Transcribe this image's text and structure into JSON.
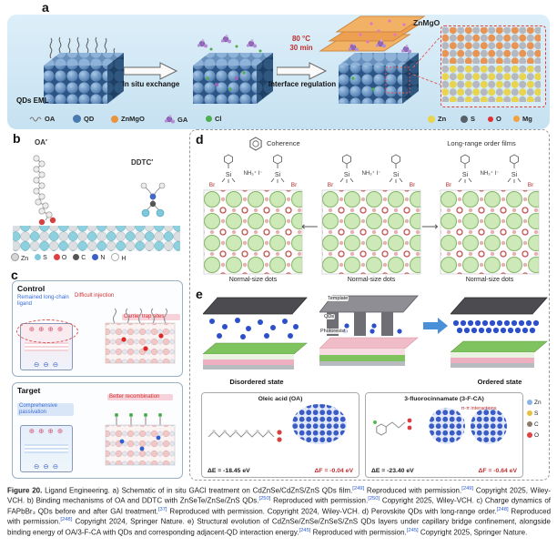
{
  "panel_a": {
    "label": "a",
    "film_label": "QDs EML",
    "arrow1_label": "In situ exchange",
    "temperature": "80 °C",
    "time": "30 min",
    "arrow2_label": "Interface regulation",
    "znmgo_label": "ZnMgO",
    "legend": {
      "oa": "OA",
      "qd": "QD",
      "znmgo": "ZnMgO",
      "ga": "GA",
      "cl": "Cl",
      "zn": "Zn",
      "s": "S",
      "o": "O",
      "mg": "Mg"
    }
  },
  "panel_b": {
    "label": "b",
    "oa_label": "OA′",
    "ddtc_label": "DDTC′",
    "legend": {
      "zn": "Zn",
      "s": "S",
      "o": "O",
      "c": "C",
      "n": "N",
      "h": "H"
    }
  },
  "panel_c": {
    "label": "c",
    "control_title": "Control",
    "target_title": "Target",
    "remained_ligand": "Remained long-chain ligand",
    "difficult_injection": "Difficult injection",
    "carrier_trap_sites": "Carrier trap sites",
    "comprehensive_passivation": "Comprehensive passivation",
    "better_recombination": "Better recombination",
    "plus_charges": "⊕ ⊕ ⊕ ⊕",
    "minus_charges": "⊖ ⊖ ⊖"
  },
  "panel_d": {
    "label": "d",
    "coherence": "Coherence",
    "long_range": "Long-range order films",
    "si": "Si",
    "ammonium": "NH₃⁺ I⁻",
    "br": "Br",
    "dots_label": "Normal-size dots",
    "arrow_left": "⟵",
    "arrow_right": "⟶"
  },
  "panel_e": {
    "label": "e",
    "template": "Template",
    "qds": "QDs",
    "photoresist": "Photoresist",
    "disordered": "Disordered state",
    "ordered": "Ordered state",
    "oa_box": {
      "title": "Oleic acid (OA)",
      "dE": "ΔE = -18.45 eV",
      "dF": "ΔF = -0.04 eV"
    },
    "fca_box": {
      "title": "3-fluorocinnamate (3-F-CA)",
      "pi": "π-π interactions",
      "dE": "ΔE = -23.40 eV",
      "dF": "ΔF = -0.64 eV"
    },
    "legend": {
      "zn": "Zn",
      "s": "S",
      "c": "C",
      "o": "O"
    }
  },
  "caption": {
    "segments": [
      {
        "t": "Figure 20.",
        "bold": true
      },
      {
        "t": "  Ligand Engineering. a) Schematic of in situ GACl treatment on CdZnSe/CdZnS/ZnS QDs film."
      },
      {
        "t": "[249]",
        "ref": true
      },
      {
        "t": " Reproduced with permission."
      },
      {
        "t": "[249]",
        "ref": true
      },
      {
        "t": " Copyright 2025, Wiley-VCH. b) Binding mechanisms of OA and DDTC with ZnSeTe/ZnSe/ZnS QDs."
      },
      {
        "t": "[250]",
        "ref": true
      },
      {
        "t": " Reproduced with permission."
      },
      {
        "t": "[250]",
        "ref": true
      },
      {
        "t": " Copyright 2025, Wiley-VCH. c) Charge dynamics of FAPbBr₃ QDs before and after GAI treatment."
      },
      {
        "t": "[37]",
        "ref": true
      },
      {
        "t": " Reproduced with permission. Copyright 2024, Wiley-VCH. d) Perovskite QDs with long-range order."
      },
      {
        "t": "[248]",
        "ref": true
      },
      {
        "t": " Reproduced with permission."
      },
      {
        "t": "[248]",
        "ref": true
      },
      {
        "t": " Copyright 2024, Springer Nature. e) Structural evolution of CdZnSe/ZnSe/ZnSeS/ZnS QDs layers under capillary bridge confinement, alongside binding energy of OA/3-F-CA with QDs and corresponding adjacent-QD interaction energy."
      },
      {
        "t": "[245]",
        "ref": true
      },
      {
        "t": " Reproduced with permission."
      },
      {
        "t": "[245]",
        "ref": true
      },
      {
        "t": " Copyright 2025, Springer Nature."
      }
    ]
  }
}
